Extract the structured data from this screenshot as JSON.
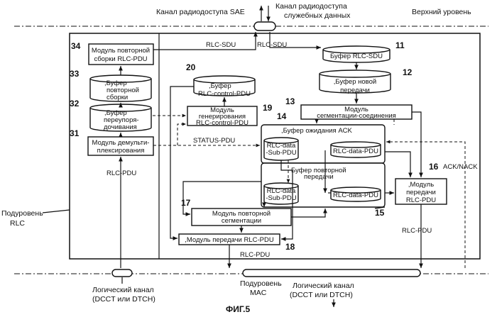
{
  "top": {
    "sae_channel": "Канал радиодоступа SAE",
    "service_channel_l1": "Канал радиодоступа",
    "service_channel_l2": "служебных данных",
    "upper_level": "Верхний уровень"
  },
  "labels": {
    "rlc_sdu_left": "RLC-SDU",
    "rlc_sdu_right": "RLC-SDU",
    "status_pdu": "STATUS-PDU",
    "rlc_pdu_left": "RLC-PDU",
    "rlc_pdu_right": "RLC-PDU",
    "rlc_pdu_bottom": "RLC-PDU",
    "ack_nack": "ACK/NACK"
  },
  "blocks": {
    "m34": {
      "num": "34",
      "l1": "Модуль повторной",
      "l2": "сборки RLC-PDU"
    },
    "m33": {
      "num": "33",
      "l1": ",Буфер",
      "l2": "повторной",
      "l3": "сборки"
    },
    "m32": {
      "num": "32",
      "l1": ",Буфер",
      "l2": "переупоря-",
      "l3": "дочивания"
    },
    "m31": {
      "num": "31",
      "l1": "Модуль демульти-",
      "l2": "плексирования"
    },
    "m20": {
      "num": "20",
      "l1": ",Буфер",
      "l2": "RLC-control-PDU"
    },
    "m19": {
      "num": "19",
      "l1": "Модуль",
      "l2": "генерирования",
      "l3": "RLC-control-PDU"
    },
    "m11": {
      "num": "11",
      "l1": "Буфер RLC-SDU"
    },
    "m12": {
      "num": "12",
      "l1": ",Буфер новой",
      "l2": "передачи"
    },
    "m13": {
      "num": "13",
      "l1": "Модуль",
      "l2": "сегментации-соединения"
    },
    "m14": {
      "num": "14",
      "l1": ",Буфер ожидания ACK",
      "sub1a": "RLC-data",
      "sub1b": "-Sub-PDU",
      "sub2": "RLC-data-PDU"
    },
    "m15": {
      "num": "15",
      "l1": "Буфер повторной",
      "l2": "передачи",
      "sub1a": "RLC-data",
      "sub1b": "-Sub-PDU",
      "sub2": "RLC-data-PDU"
    },
    "m16": {
      "num": "16",
      "l1": ",Модуль",
      "l2": "передачи",
      "l3": "RLC-PDU"
    },
    "m17": {
      "num": "17",
      "l1": "Модуль повторной",
      "l2": "сегментации"
    },
    "m18": {
      "num": "18",
      "l1": ",Модуль передачи RLC-PDU"
    }
  },
  "sides": {
    "rlc_sublevel_l1": "Подуровень",
    "rlc_sublevel_l2": "RLC",
    "mac_sublevel_l1": "Подуровень",
    "mac_sublevel_l2": "MAC"
  },
  "bottom": {
    "logical_left_l1": "Логический канал",
    "logical_left_l2": "(DCCT или DTCH)",
    "logical_right_l1": "Логический канал",
    "logical_right_l2": "(DCCT или DTCH)"
  },
  "figure": {
    "caption": "ФИГ.5"
  }
}
